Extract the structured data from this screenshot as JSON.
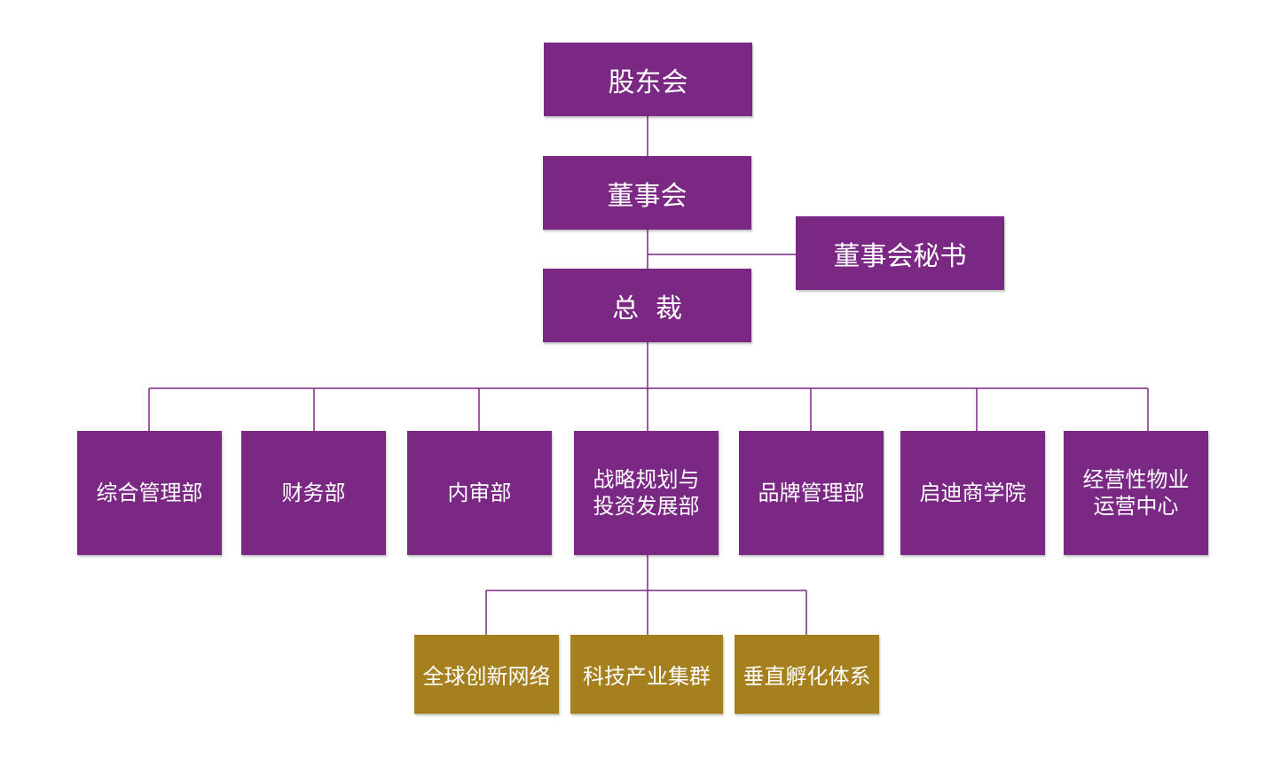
{
  "colors": {
    "executive": "#7a2884",
    "subunit": "#a6801f",
    "text": "#ffffff",
    "connector": "#7a2884"
  },
  "nodes": {
    "shareholders": "股东会",
    "board": "董事会",
    "board_secretary": "董事会秘书",
    "president": "总  裁",
    "departments": [
      "综合管理部",
      "财务部",
      "内审部",
      "战略规划与\n投资发展部",
      "品牌管理部",
      "启迪商学院",
      "经营性物业\n运营中心"
    ],
    "strategy_units": [
      "全球创新网络",
      "科技产业集群",
      "垂直孵化体系"
    ]
  }
}
